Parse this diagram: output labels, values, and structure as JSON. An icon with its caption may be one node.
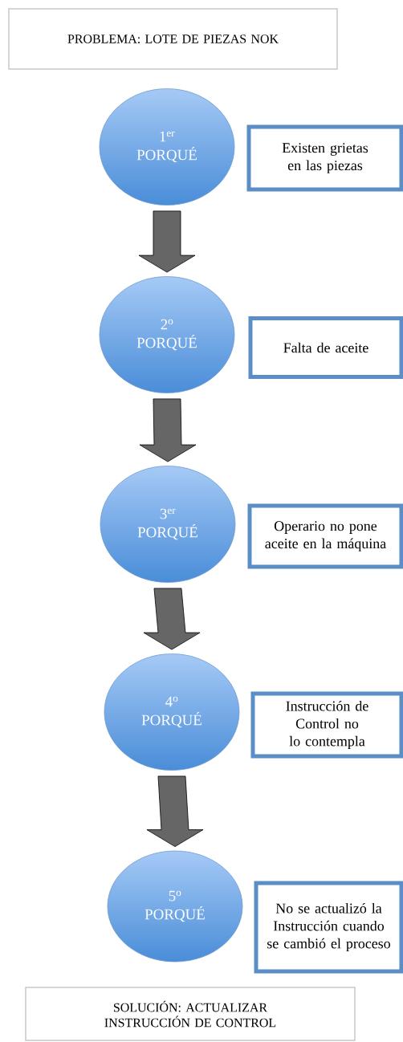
{
  "diagram": {
    "nodes": [
      {
        "text": [
          "PROBLEMA: LOTE DE PIEZAS NOK"
        ]
      },
      {
        "text": [
          "1$^{er}$ PORQUÉ"
        ]
      },
      {
        "text": [
          "Existen grietas en las piezas"
        ]
      },
      {
        "text": [
          "2$^{o}$ PORQUÉ"
        ]
      },
      {
        "text": [
          "Falta de aceite"
        ]
      },
      {
        "text": [
          "3$^{er}$ PORQUÉ"
        ]
      },
      {
        "text": [
          "Operario no pone aceite en la máquina"
        ]
      },
      {
        "text": [
          "4$^{o}$ PORQUÉ"
        ]
      },
      {
        "text": [
          "Instrucción de Control no lo contempla"
        ]
      },
      {
        "text": [
          "5$^{o}$ PORQUÉ"
        ]
      },
      {
        "text": [
          "No se actualizó la Instrucción cuando se cambió el proceso"
        ]
      },
      {
        "text": [
          "SOLUCIÓN: ACTUALIZAR INSTRUCCIÓN DE CONTROL"
        ]
      }
    ],
    "edges": [
      {
        "from": 1,
        "to": 3,
        "arrow": "to"
      },
      {
        "from": 3,
        "to": 5,
        "arrow": "to"
      },
      {
        "from": 5,
        "to": 7,
        "arrow": "to"
      },
      {
        "from": 7,
        "to": 9,
        "arrow": "to"
      }
    ]
  }
}
